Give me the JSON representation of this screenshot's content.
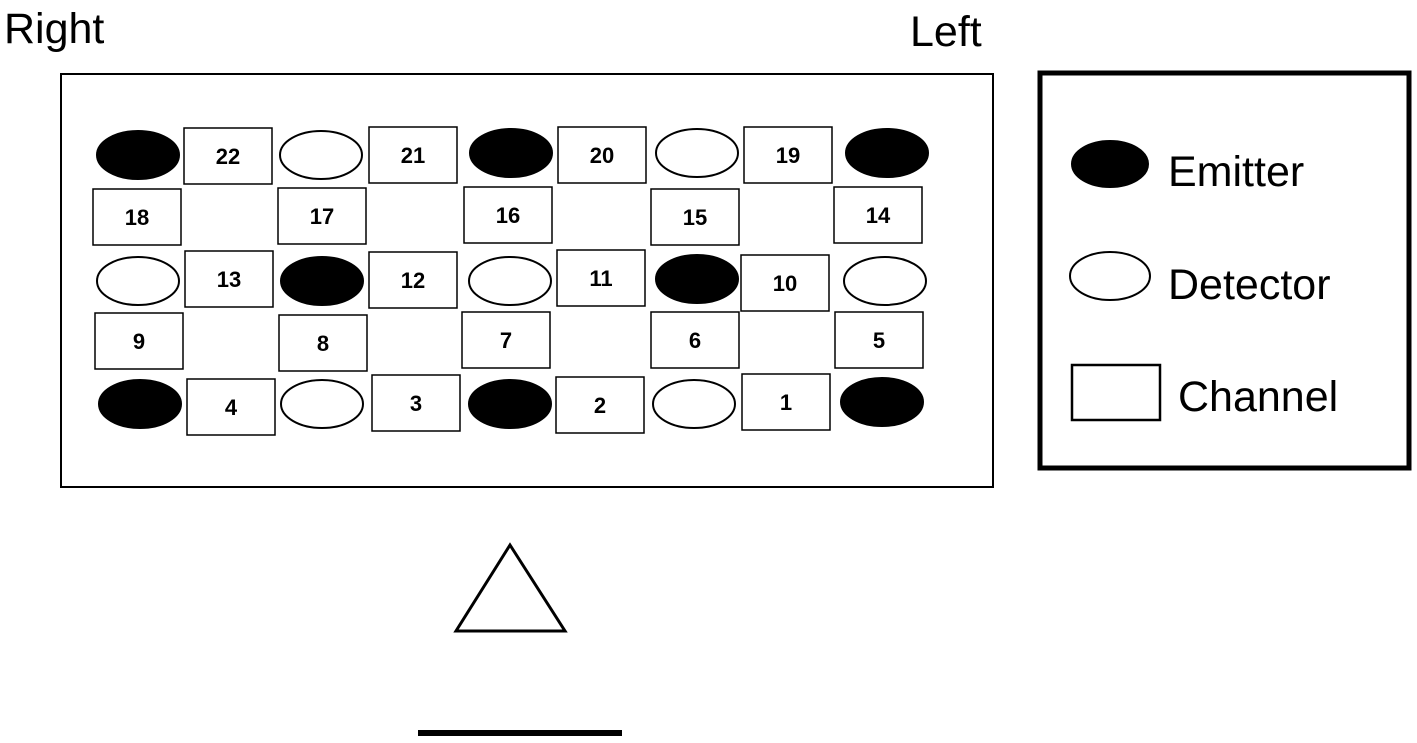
{
  "labels": {
    "right": "Right",
    "left": "Left"
  },
  "legend": {
    "emitter": "Emitter",
    "detector": "Detector",
    "channel": "Channel"
  },
  "optodes": [
    {
      "type": "emitter"
    },
    {
      "type": "detector"
    },
    {
      "type": "emitter"
    },
    {
      "type": "detector"
    },
    {
      "type": "emitter"
    },
    {
      "type": "detector"
    },
    {
      "type": "emitter"
    },
    {
      "type": "detector"
    },
    {
      "type": "emitter"
    },
    {
      "type": "detector"
    },
    {
      "type": "emitter"
    },
    {
      "type": "detector"
    },
    {
      "type": "emitter"
    },
    {
      "type": "detector"
    },
    {
      "type": "emitter"
    }
  ],
  "channels": [
    "22",
    "21",
    "20",
    "19",
    "18",
    "17",
    "16",
    "15",
    "14",
    "13",
    "12",
    "11",
    "10",
    "9",
    "8",
    "7",
    "6",
    "5",
    "4",
    "3",
    "2",
    "1"
  ],
  "colors": {
    "emitter": "#000000",
    "detector": "#ffffff",
    "stroke": "#000000"
  }
}
